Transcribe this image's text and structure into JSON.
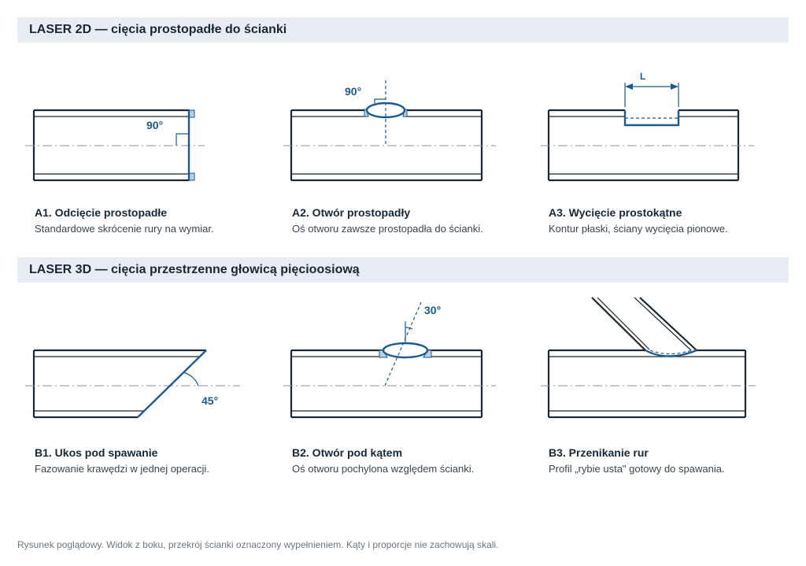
{
  "sections": {
    "laser2d": {
      "title": "LASER 2D — cięcia prostopadłe do ścianki"
    },
    "laser3d": {
      "title": "LASER 3D — cięcia przestrzenne głowicą pięcioosiową"
    }
  },
  "figures": {
    "a1": {
      "title": "A1. Odcięcie prostopadłe",
      "desc": "Standardowe skrócenie rury na wymiar.",
      "angle_label": "90°"
    },
    "a2": {
      "title": "A2. Otwór prostopadły",
      "desc": "Oś otworu zawsze prostopadła do ścianki.",
      "angle_label": "90°"
    },
    "a3": {
      "title": "A3. Wycięcie prostokątne",
      "desc": "Kontur płaski, ściany wycięcia pionowe.",
      "dim_label": "L"
    },
    "b1": {
      "title": "B1. Ukos pod spawanie",
      "desc": "Fazowanie krawędzi w jednej operacji.",
      "angle_label": "45°"
    },
    "b2": {
      "title": "B2. Otwór pod kątem",
      "desc": "Oś otworu pochylona względem ścianki.",
      "angle_label": "30°"
    },
    "b3": {
      "title": "B3. Przenikanie rur",
      "desc": "Profil „rybie usta\" gotowy do spawania."
    }
  },
  "footnote": "Rysunek poglądowy. Widok z boku, przekrój ścianki oznaczony wypełnieniem. Kąty i proporcje nie zachowują skali.",
  "colors": {
    "accent": "#1f5a8c",
    "ink": "#1b2733",
    "band": "#e8edf3",
    "section_fill": "#bcd0e4"
  }
}
